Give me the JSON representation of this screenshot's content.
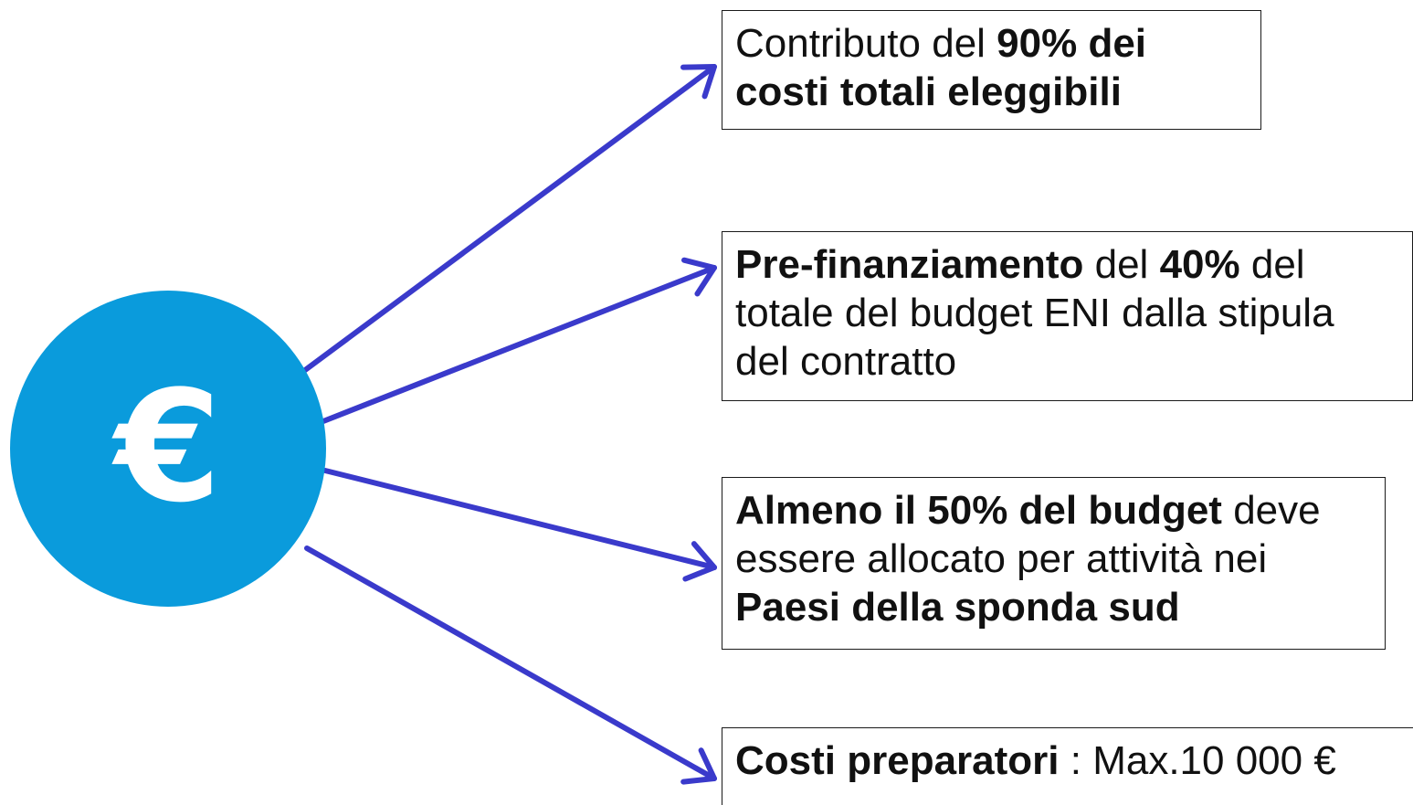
{
  "icon": {
    "name": "euro-icon",
    "symbol": "€",
    "color": "#0a9bdc"
  },
  "arrow_color": "#3a3acb",
  "boxes": [
    {
      "id": "contributo",
      "segments": [
        {
          "text": "Contributo del ",
          "bold": false
        },
        {
          "text": "90% dei",
          "bold": true
        },
        {
          "br": true
        },
        {
          "text": "costi totali eleggibili",
          "bold": true
        }
      ]
    },
    {
      "id": "prefinanziamento",
      "segments": [
        {
          "text": "Pre-finanziamento",
          "bold": true
        },
        {
          "text": " del ",
          "bold": false
        },
        {
          "text": "40%",
          "bold": true
        },
        {
          "text": " del",
          "bold": false
        },
        {
          "br": true
        },
        {
          "text": "totale del budget ENI dalla stipula",
          "bold": false
        },
        {
          "br": true
        },
        {
          "text": "del contratto",
          "bold": false
        }
      ]
    },
    {
      "id": "almeno",
      "segments": [
        {
          "text": "Almeno il 50% del budget",
          "bold": true
        },
        {
          "text": " deve",
          "bold": false
        },
        {
          "br": true
        },
        {
          "text": "essere allocato per attività nei",
          "bold": false
        },
        {
          "br": true
        },
        {
          "text": "Paesi della sponda sud",
          "bold": true
        }
      ]
    },
    {
      "id": "costi-preparatori",
      "segments": [
        {
          "text": "Costi preparatori",
          "bold": true
        },
        {
          "text": " : Max.10 000 €",
          "bold": false
        }
      ]
    }
  ]
}
